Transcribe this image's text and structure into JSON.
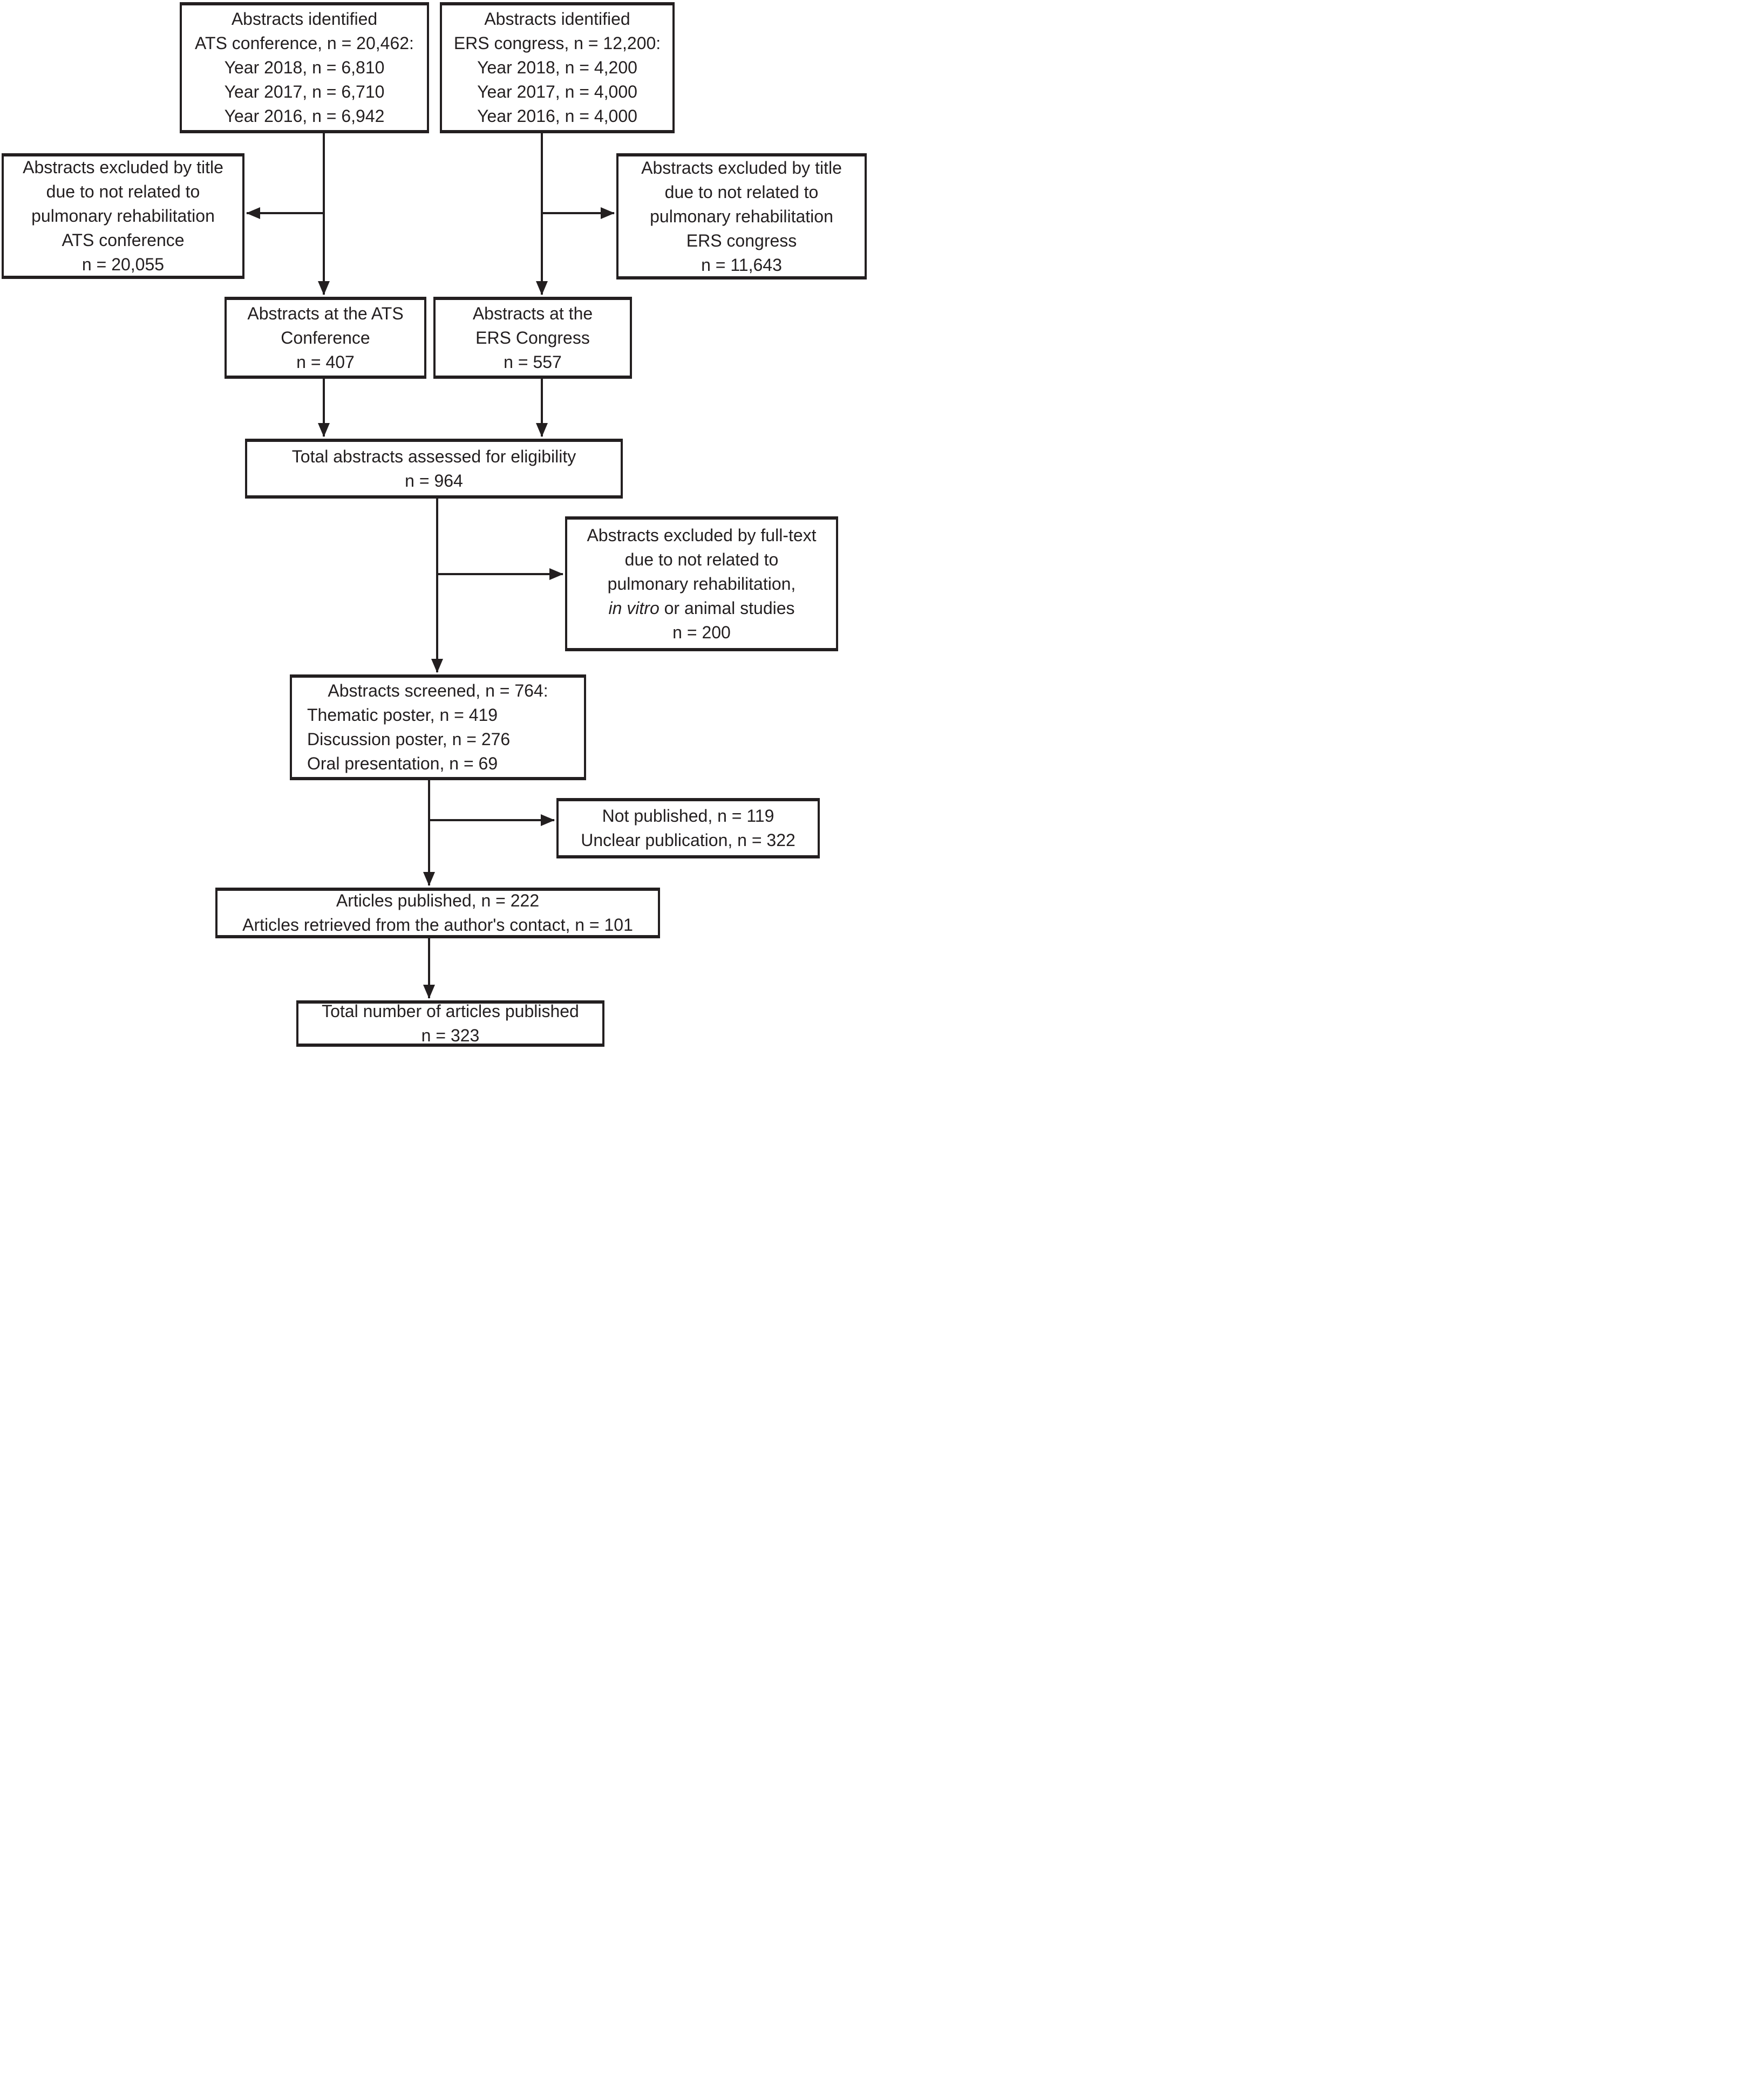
{
  "figure": {
    "type": "flowchart",
    "background_color": "#ffffff",
    "line_color": "#231f20",
    "box_fill": "#ffffff"
  },
  "nodes": {
    "ats_identified": {
      "lines": [
        "Abstracts identified",
        "ATS conference, n = 20,462:",
        "Year 2018, n = 6,810",
        "Year 2017, n = 6,710",
        "Year 2016, n = 6,942"
      ]
    },
    "ers_identified": {
      "lines": [
        "Abstracts identified",
        "ERS congress, n = 12,200:",
        "Year 2018, n = 4,200",
        "Year 2017, n = 4,000",
        "Year 2016, n = 4,000"
      ]
    },
    "ats_excluded_title": {
      "lines": [
        "Abstracts excluded by title",
        "due to not related to",
        "pulmonary rehabilitation",
        "ATS conference",
        "n = 20,055"
      ]
    },
    "ers_excluded_title": {
      "lines": [
        "Abstracts excluded by title",
        "due to not related to",
        "pulmonary rehabilitation",
        "ERS congress",
        "n = 11,643"
      ]
    },
    "ats_conference": {
      "lines": [
        "Abstracts at the ATS",
        "Conference",
        "n = 407"
      ]
    },
    "ers_congress": {
      "lines": [
        "Abstracts at the",
        "ERS Congress",
        "n = 557"
      ]
    },
    "total_eligibility": {
      "lines": [
        "Total abstracts assessed for eligibility",
        "n = 964"
      ]
    },
    "fulltext_excluded": {
      "lines": [
        "Abstracts excluded by full-text",
        "due to not related to",
        "pulmonary rehabilitation,"
      ],
      "line4_italic": "in vitro",
      "line4_rest": " or animal studies",
      "line5": "n = 200"
    },
    "screened": {
      "title": "Abstracts screened, n = 764:",
      "items": [
        "Thematic poster, n = 419",
        "Discussion poster, n = 276",
        "Oral presentation, n = 69"
      ]
    },
    "not_published": {
      "lines": [
        "Not published, n = 119",
        "Unclear publication, n = 322"
      ]
    },
    "published": {
      "lines": [
        "Articles published, n = 222",
        "Articles retrieved from the author's contact, n = 101"
      ]
    },
    "total_published": {
      "lines": [
        "Total number of articles published",
        "n = 323"
      ]
    }
  }
}
